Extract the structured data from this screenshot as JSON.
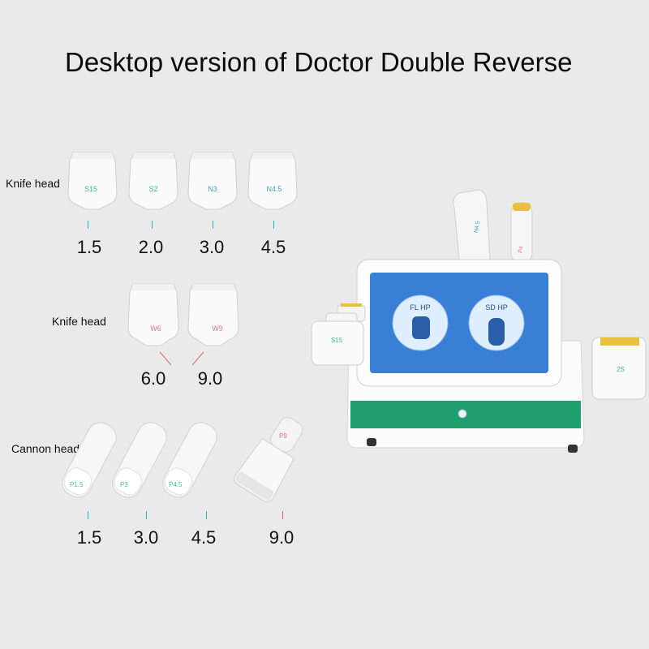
{
  "title": "Desktop version of Doctor Double Reverse",
  "rows": [
    {
      "label": "Knife head",
      "items": [
        {
          "code": "S15",
          "size": "1.5",
          "accent": "#3fbf7a"
        },
        {
          "code": "S2",
          "size": "2.0",
          "accent": "#3fbf7a"
        },
        {
          "code": "N3",
          "size": "3.0",
          "accent": "#3fa6c4"
        },
        {
          "code": "N4.5",
          "size": "4.5",
          "accent": "#3fa6c4"
        }
      ]
    },
    {
      "label": "Knife head",
      "items": [
        {
          "code": "W6",
          "size": "6.0",
          "accent": "#e07a7a"
        },
        {
          "code": "W9",
          "size": "9.0",
          "accent": "#e07a7a"
        }
      ]
    },
    {
      "label": "Cannon head",
      "items": [
        {
          "code": "P1.5",
          "size": "1.5",
          "accent": "#3fbfa6"
        },
        {
          "code": "P3",
          "size": "3.0",
          "accent": "#3fbf7a"
        },
        {
          "code": "P4.5",
          "size": "4.5",
          "accent": "#3fbfa6"
        },
        {
          "code": "P9",
          "size": "9.0",
          "accent": "#e07a7a"
        }
      ]
    }
  ],
  "device": {
    "screen_left": "FL HP",
    "screen_right": "SD HP",
    "left_cartridge_code": "S15",
    "right_cartridge_code": "2S",
    "top_handle_left_code": "N4.5",
    "top_handle_right_code": "P4",
    "colors": {
      "screen": "#3a7fd6",
      "body": "#ffffff",
      "band": "#1f9e6e",
      "cap": "#e8c23a"
    }
  }
}
